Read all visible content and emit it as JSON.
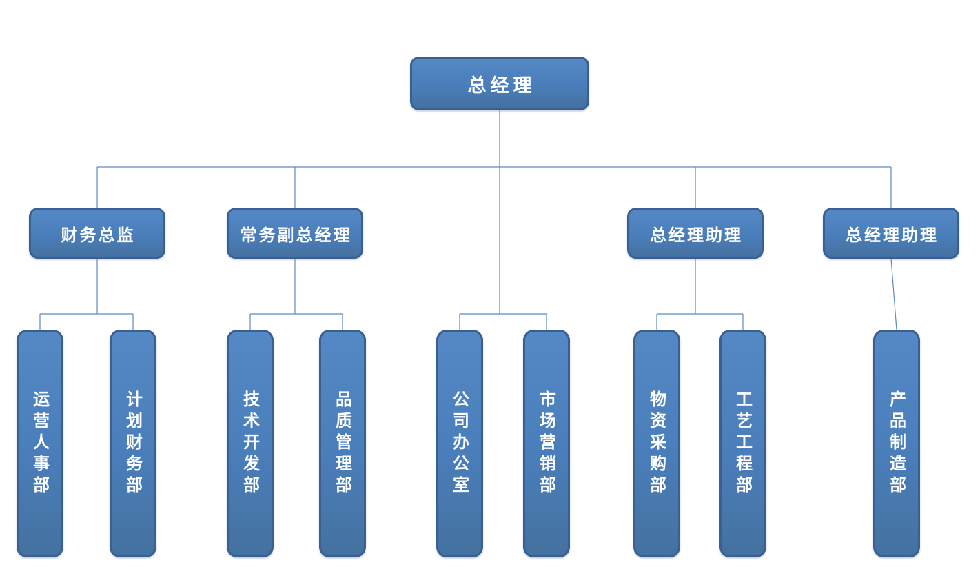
{
  "org_chart": {
    "root": {
      "label": "总经理",
      "children": [
        {
          "role": "manager",
          "label": "财务总监",
          "children": [
            {
              "label": "运营人事部"
            },
            {
              "label": "计划财务部"
            }
          ]
        },
        {
          "role": "manager",
          "label": "常务副总经理",
          "children": [
            {
              "label": "技术开发部"
            },
            {
              "label": "品质管理部"
            }
          ]
        },
        {
          "role": "direct-report-group",
          "children": [
            {
              "label": "公司办公室"
            },
            {
              "label": "市场营销部"
            }
          ]
        },
        {
          "role": "manager",
          "label": "总经理助理",
          "children": [
            {
              "label": "物资采购部"
            },
            {
              "label": "工艺工程部"
            }
          ]
        },
        {
          "role": "manager",
          "label": "总经理助理",
          "children": [
            {
              "label": "产品制造部"
            }
          ]
        }
      ]
    },
    "colors": {
      "node_fill": "#4A7EBB",
      "node_border": "#3A5F94",
      "connector": "#5B8AC2",
      "text": "#FFFFFF",
      "background": "#FFFFFF"
    }
  }
}
